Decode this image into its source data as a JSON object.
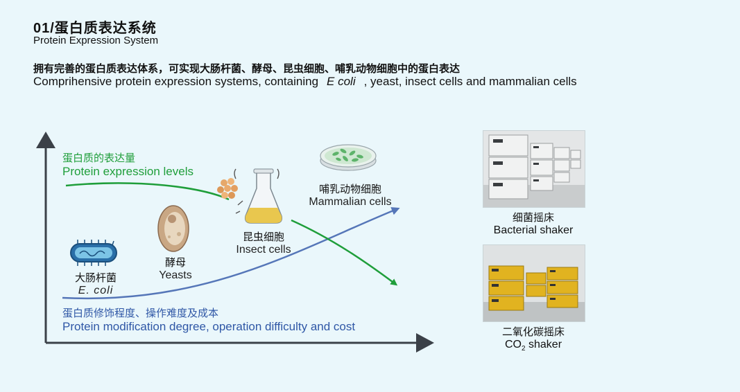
{
  "header": {
    "title": "01/蛋白质表达系统",
    "subtitle": "Protein Expression System"
  },
  "intro": {
    "cn": "拥有完善的蛋白质表达体系，可实现大肠杆菌、酵母、昆虫细胞、哺乳动物细胞中的蛋白表达",
    "en_before": "Comprihensive protein expression systems, containing",
    "en_italic": "E coli",
    "en_after": ", yeast, insect cells and mammalian cells"
  },
  "diagram": {
    "green_label_cn": "蛋白质的表达量",
    "green_label_en": "Protein expression levels",
    "blue_label_cn": "蛋白质修饰程度、操作难度及成本",
    "blue_label_en": "Protein modification degree, operation difficulty and cost",
    "colors": {
      "green": "#1f9e3a",
      "blue": "#2f57a6",
      "axis": "#3b4148"
    },
    "organisms": [
      {
        "cn": "大肠杆菌",
        "en": "E. coli",
        "icon": "bacterium-icon"
      },
      {
        "cn": "酵母",
        "en": "Yeasts",
        "icon": "yeast-cell-icon"
      },
      {
        "cn": "昆虫细胞",
        "en": "Insect cells",
        "icon": "flask-icon"
      },
      {
        "cn": "哺乳动物细胞",
        "en": "Mammalian cells",
        "icon": "petri-dish-icon"
      }
    ]
  },
  "equipment": [
    {
      "cn": "细菌摇床",
      "en": "Bacterial shaker"
    },
    {
      "cn": "二氧化碳摇床",
      "en_prefix": "CO",
      "en_sub": "2",
      "en_suffix": " shaker"
    }
  ]
}
